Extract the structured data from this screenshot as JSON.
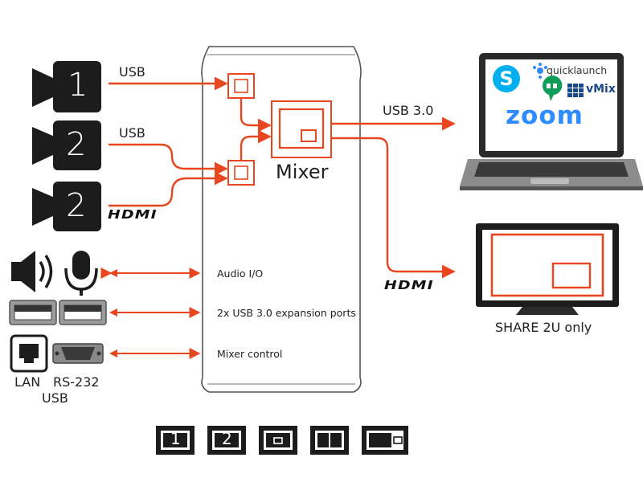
{
  "inputs": {
    "cam1": {
      "number": "1",
      "link": "USB"
    },
    "cam2a": {
      "number": "2",
      "link": "USB"
    },
    "cam2b": {
      "number": "2",
      "link": "HDMI"
    }
  },
  "device": {
    "mixer_label": "Mixer",
    "audio_label": "Audio I/O",
    "usb_label": "2x USB 3.0 expansion ports",
    "control_label": "Mixer control"
  },
  "left_labels": {
    "lan": "LAN",
    "rs232": "RS-232",
    "usb": "USB"
  },
  "outputs": {
    "laptop_link": "USB 3.0",
    "apps": {
      "quicklaunch": "quicklaunch",
      "vmix": "vMix",
      "zoom": "zoom"
    },
    "monitor_link": "HDMI",
    "monitor_caption": "SHARE 2U only"
  },
  "layouts": [
    "1",
    "2",
    "pip",
    "split",
    "side"
  ],
  "colors": {
    "accent": "#e8461e",
    "dark": "#1c1c1c",
    "skype": "#00aff0",
    "zoom": "#2d8cff"
  }
}
